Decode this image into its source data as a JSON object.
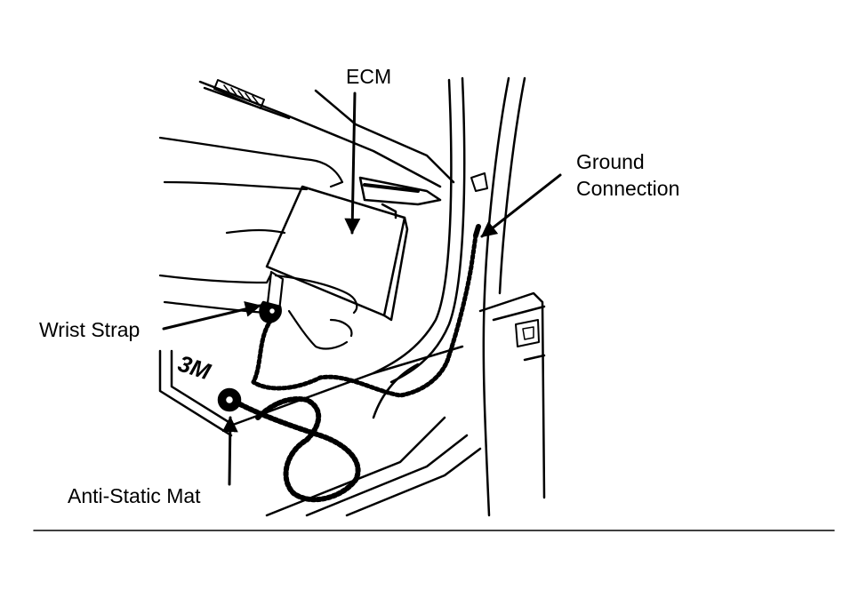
{
  "labels": {
    "ecm": "ECM",
    "ground_line1": "Ground",
    "ground_line2": "Connection",
    "wrist_strap": "Wrist Strap",
    "anti_static_mat": "Anti-Static Mat"
  },
  "mat_brand": "3M",
  "colors": {
    "ink": "#000000",
    "paper": "#ffffff"
  }
}
